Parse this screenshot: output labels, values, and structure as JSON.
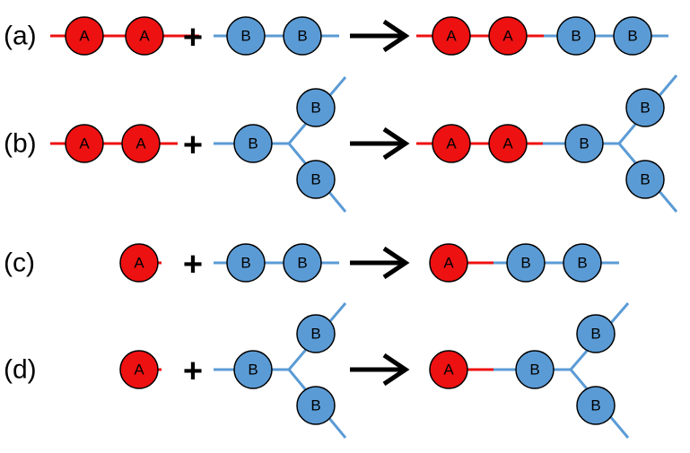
{
  "colors": {
    "a_fill": "#ee1111",
    "b_fill": "#5b9bd5",
    "outline": "#000000"
  },
  "symbols": {
    "plus": "+"
  },
  "rows": [
    {
      "label": "(a)",
      "reactant_a": [
        "A",
        "A"
      ],
      "reactant_b": [
        "B",
        "B"
      ],
      "product_a": [
        "A",
        "A"
      ],
      "product_b": [
        "B",
        "B"
      ]
    },
    {
      "label": "(b)",
      "reactant_a": [
        "A",
        "A"
      ],
      "reactant_b": [
        "B",
        "B",
        "B"
      ],
      "product_a": [
        "A",
        "A"
      ],
      "product_b": [
        "B",
        "B",
        "B"
      ]
    },
    {
      "label": "(c)",
      "reactant_a": [
        "A"
      ],
      "reactant_b": [
        "B",
        "B"
      ],
      "product_a": [
        "A"
      ],
      "product_b": [
        "B",
        "B"
      ]
    },
    {
      "label": "(d)",
      "reactant_a": [
        "A"
      ],
      "reactant_b": [
        "B",
        "B",
        "B"
      ],
      "product_a": [
        "A"
      ],
      "product_b": [
        "B",
        "B",
        "B"
      ]
    }
  ]
}
